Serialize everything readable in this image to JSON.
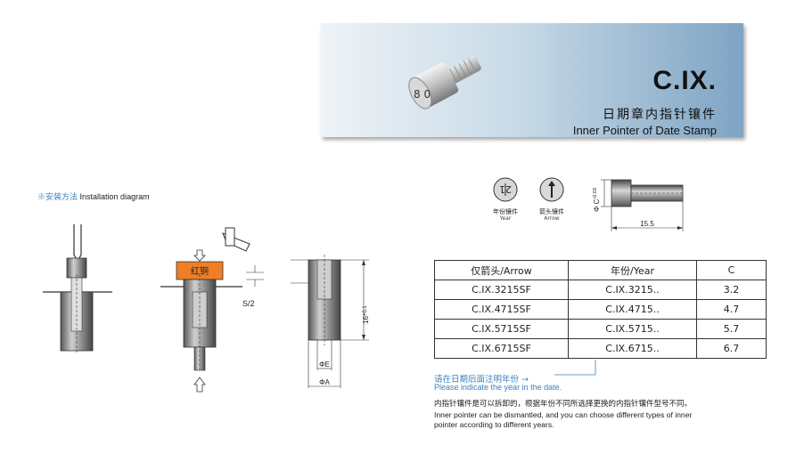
{
  "header": {
    "code": "C.IX.",
    "title_cn": "日期章内指针镶件",
    "title_en": "Inner Pointer of Date Stamp",
    "stamp_digits": "8 0"
  },
  "install": {
    "label_cn": "※安装方法",
    "label_en": "Installation diagram",
    "copper_label": "红铜",
    "s2_label": "S/2",
    "height_label": "16",
    "height_tol": "+0.1",
    "dia_e_label": "ΦE",
    "dia_a_label": "ΦA"
  },
  "legend": {
    "year_cn": "年份镶件",
    "year_en": "Year",
    "arrow_cn": "箭头镶件",
    "arrow_en": "Arrow",
    "year_glyph": "21"
  },
  "dimension": {
    "dia_c_label": "Φ C",
    "dia_c_tol": "-0.03",
    "length_label": "15.5"
  },
  "table": {
    "headers": [
      "仅箭头/Arrow",
      "年份/Year",
      "C"
    ],
    "rows": [
      [
        "C.IX.3215SF",
        "C.IX.3215..",
        "3.2"
      ],
      [
        "C.IX.4715SF",
        "C.IX.4715..",
        "4.7"
      ],
      [
        "C.IX.5715SF",
        "C.IX.5715..",
        "5.7"
      ],
      [
        "C.IX.6715SF",
        "C.IX.6715..",
        "6.7"
      ]
    ]
  },
  "notes": {
    "year_note_cn": "请在日期后面注明年份 →",
    "year_note_en": "Please indicate the year in the date.",
    "desc_cn": "内指针镶件是可以拆卸的，根据年份不同所选择更换的内指针镶件型号不同。",
    "desc_en_1": "Inner pointer can be dismantled, and you can choose different types of inner",
    "desc_en_2": "pointer according to different years."
  },
  "colors": {
    "banner_dark": "#7ea4c4",
    "copper_box": "#f07e26",
    "note_blue": "#3c7fbf"
  }
}
